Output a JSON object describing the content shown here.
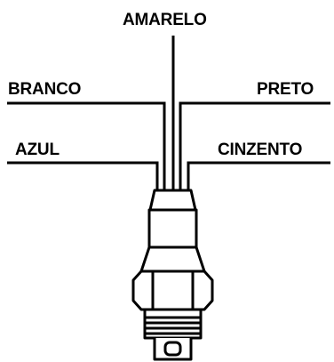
{
  "labels": {
    "top": "AMARELO",
    "upper_left": "BRANCO",
    "upper_right": "PRETO",
    "lower_left": "AZUL",
    "lower_right": "CINZENTO"
  },
  "colors": {
    "ink": "#000000",
    "background": "#ffffff"
  }
}
